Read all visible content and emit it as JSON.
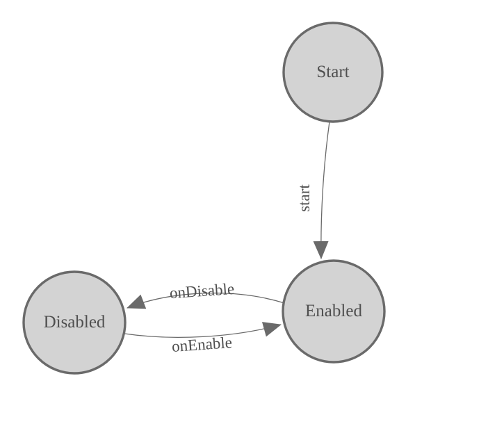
{
  "diagram": {
    "type": "state-machine",
    "background_color": "#ffffff",
    "node_fill_color": "#d3d3d3",
    "node_border_color": "#6a6a6a",
    "edge_color": "#6a6a6a",
    "arrowhead_color": "#6a6a6a",
    "text_color": "#4f4f4f",
    "nodes": [
      {
        "id": "start",
        "label": "Start"
      },
      {
        "id": "enabled",
        "label": "Enabled"
      },
      {
        "id": "disabled",
        "label": "Disabled"
      }
    ],
    "edges": [
      {
        "id": "start-transition",
        "label": "start",
        "from": "Start",
        "to": "Enabled"
      },
      {
        "id": "on-disable",
        "label": "onDisable",
        "from": "Enabled",
        "to": "Disabled"
      },
      {
        "id": "on-enable",
        "label": "onEnable",
        "from": "Disabled",
        "to": "Enabled"
      }
    ]
  }
}
